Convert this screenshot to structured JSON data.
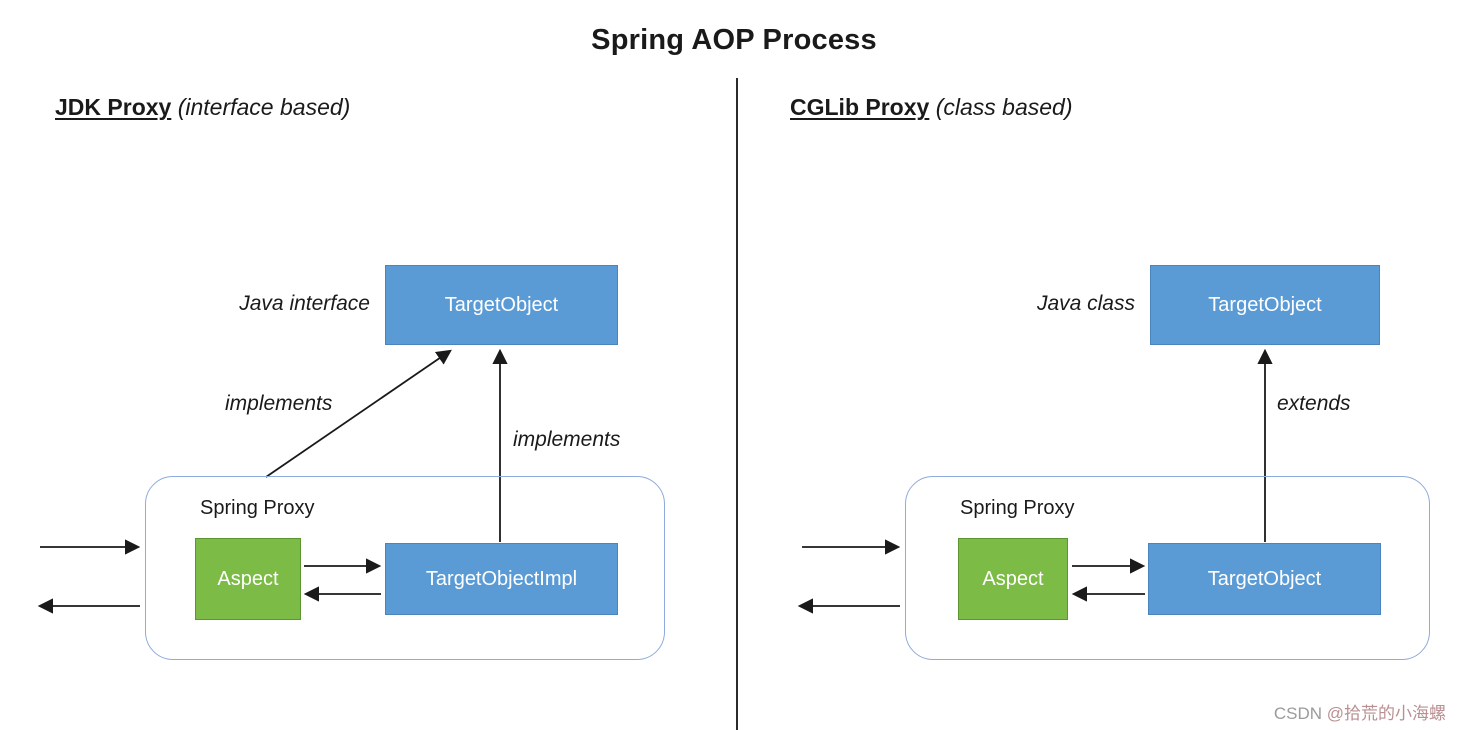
{
  "title": "Spring AOP Process",
  "left": {
    "heading": "JDK Proxy",
    "heading_suffix": " (interface based)",
    "interface_label": "Java interface",
    "target_box": "TargetObject",
    "implements_label_1": "implements",
    "implements_label_2": "implements",
    "proxy_label": "Spring Proxy",
    "aspect_box": "Aspect",
    "impl_box": "TargetObjectImpl"
  },
  "right": {
    "heading": "CGLib Proxy",
    "heading_suffix": " (class based)",
    "class_label": "Java class",
    "target_box": "TargetObject",
    "extends_label": "extends",
    "proxy_label": "Spring Proxy",
    "aspect_box": "Aspect",
    "inner_target_box": "TargetObject"
  },
  "watermark": {
    "prefix": "CSDN ",
    "handle": "@拾荒的小海螺"
  },
  "colors": {
    "box_blue": "#5b9bd5",
    "box_green": "#7cbb45",
    "container_border": "#8faadc"
  }
}
